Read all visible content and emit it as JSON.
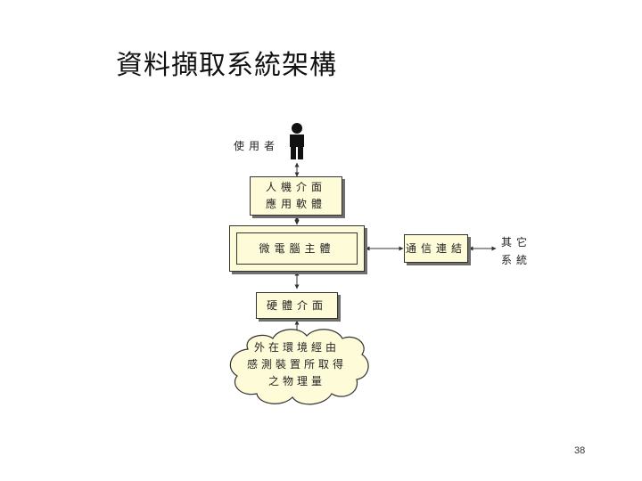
{
  "title": "資料擷取系統架構",
  "user": {
    "label": "使用者"
  },
  "hmi_box": {
    "line1": "人機介面",
    "line2": "應用軟體"
  },
  "host_box": {
    "label": "微電腦主體"
  },
  "comm_box": {
    "label": "通信連結"
  },
  "other_system": {
    "line1": "其它",
    "line2": "系統"
  },
  "hw_box": {
    "label": "硬體介面"
  },
  "cloud": {
    "line1": "外在環境經由",
    "line2": "感測裝置所取得",
    "line3": "之物理量"
  },
  "page_number": "38",
  "colors": {
    "box_fill": "#fefbd8",
    "box_shadow": "#6f6f6f",
    "line": "#333333"
  }
}
